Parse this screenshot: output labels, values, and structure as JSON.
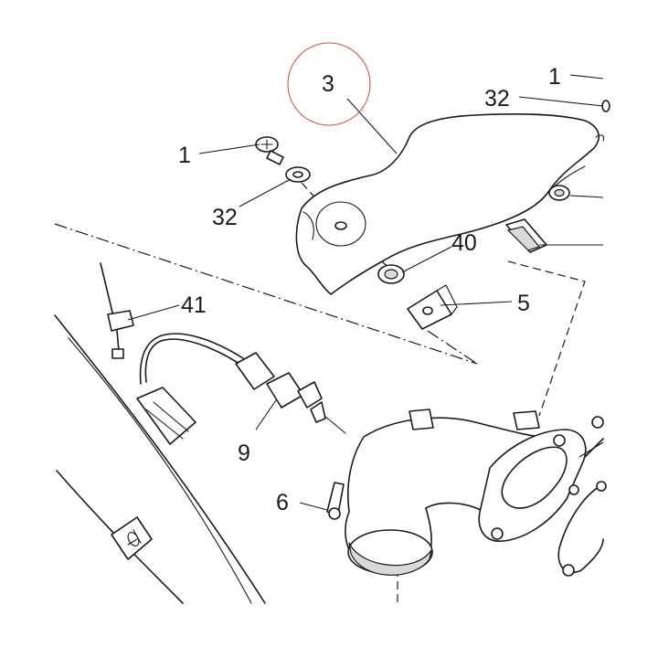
{
  "callouts": {
    "c1_top_right": "1",
    "c32_top_right": "32",
    "c3": "3",
    "c1_left": "1",
    "c32_left": "32",
    "c40": "40",
    "c41": "41",
    "c5": "5",
    "c9": "9",
    "c6": "6"
  },
  "colors": {
    "line": "#1a1a1a",
    "highlight_circle": "#d9534f",
    "shading": "#d9d9d9",
    "background": "#ffffff"
  }
}
